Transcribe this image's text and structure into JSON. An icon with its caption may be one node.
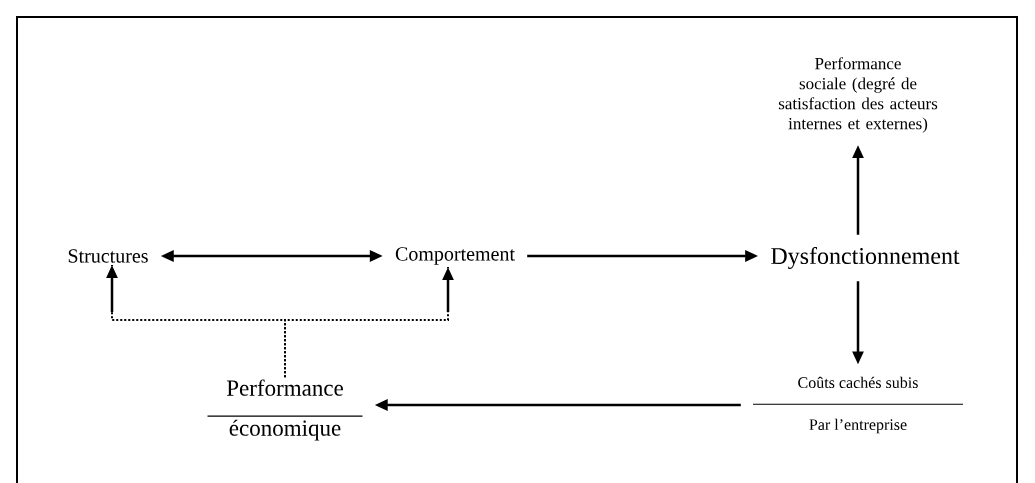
{
  "diagram": {
    "nodes": [
      {
        "text": [
          "Structures"
        ]
      },
      {
        "text": [
          "Comportement"
        ]
      },
      {
        "text": [
          "Dysfonctionnement"
        ]
      },
      {
        "text": [
          "Performance sociale (degré de satisfaction des acteurs internes et externes)"
        ]
      },
      {
        "text": [
          "Performance",
          "économique"
        ]
      },
      {
        "text": [
          "Coûts cachés subis",
          "Par l’entreprise"
        ]
      }
    ],
    "edges": [
      {
        "from": 0,
        "to": 1,
        "arrow": "both"
      },
      {
        "from": 1,
        "to": 2,
        "arrow": "to"
      },
      {
        "from": 2,
        "to": 3,
        "arrow": "to"
      },
      {
        "from": 2,
        "to": 5,
        "arrow": "to"
      },
      {
        "from": 5,
        "to": 4,
        "arrow": "to"
      },
      {
        "from": 4,
        "to": 0,
        "arrow": "to",
        "style": "dashed"
      },
      {
        "from": 4,
        "to": 1,
        "arrow": "to",
        "style": "dashed"
      }
    ]
  }
}
